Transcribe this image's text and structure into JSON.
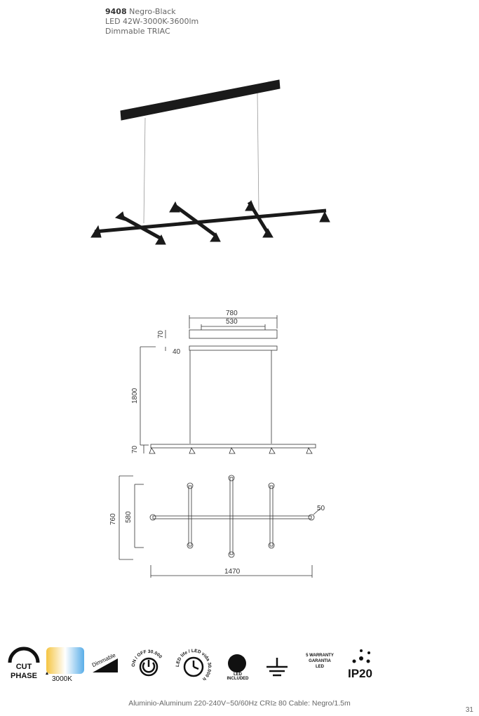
{
  "product": {
    "code": "9408",
    "finish": "Negro-Black",
    "spec": "LED 42W-3000K-3600lm",
    "dimming": "Dimmable TRIAC"
  },
  "dimensions": {
    "canopy_length": "780",
    "canopy_fixing": "530",
    "canopy_height": "70",
    "canopy_base": "40",
    "suspension": "1800",
    "lamp_height": "70",
    "width": "760",
    "inner_width": "580",
    "length": "1470",
    "head_diameter": "50"
  },
  "icons": [
    {
      "name": "cut-phase-icon",
      "label": "CUT PHASE"
    },
    {
      "name": "color-temperature-icon",
      "label": "3000K"
    },
    {
      "name": "dimmable-icon",
      "label": "Dimmable"
    },
    {
      "name": "on-off-icon",
      "label": "ON / OFF 30.000"
    },
    {
      "name": "led-life-icon",
      "label": "LED life / LED vida 30.000 h"
    },
    {
      "name": "led-included-icon",
      "label": "LED INCLUDED"
    },
    {
      "name": "ground-icon",
      "label": ""
    },
    {
      "name": "warranty-icon",
      "label": "5 WARRANTY GARANTIA LED"
    },
    {
      "name": "ip-rating-icon",
      "label": "IP20"
    }
  ],
  "colors": {
    "warm": "#f5c542",
    "cool": "#5aaee8"
  },
  "footer": "Aluminio-Aluminum 220-240V~50/60Hz CRI≥ 80 Cable: Negro/1.5m",
  "page_number": "31"
}
